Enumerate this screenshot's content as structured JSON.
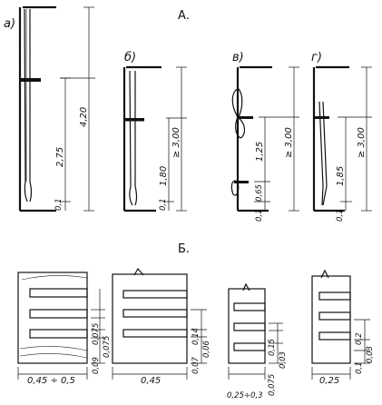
{
  "section_a": {
    "title": "А.",
    "variants": [
      {
        "label": "а)",
        "dims": [
          "4,20",
          "2,75",
          "0,1"
        ]
      },
      {
        "label": "б)",
        "dims": [
          "≥ 3,00",
          "1,80",
          "0,1"
        ]
      },
      {
        "label": "в)",
        "dims": [
          "≥ 3,00",
          "1,25",
          "0,65",
          "0,1"
        ]
      },
      {
        "label": "г)",
        "dims": [
          "≥ 3,00",
          "1,85",
          "0,1"
        ]
      }
    ]
  },
  "section_b": {
    "title": "Б.",
    "details": [
      {
        "width": "0,45 ÷ 0,5",
        "dims": [
          "0,075",
          "0,075",
          "0,09"
        ]
      },
      {
        "width": "0,45",
        "dims": [
          "0,14",
          "0,06",
          "0,07"
        ]
      },
      {
        "width": "0,25÷0,3",
        "dims": [
          "0,15",
          "0,03",
          "0,075"
        ]
      },
      {
        "width": "0,25",
        "dims": [
          "0,2",
          "0,03",
          "0,1"
        ]
      }
    ]
  }
}
